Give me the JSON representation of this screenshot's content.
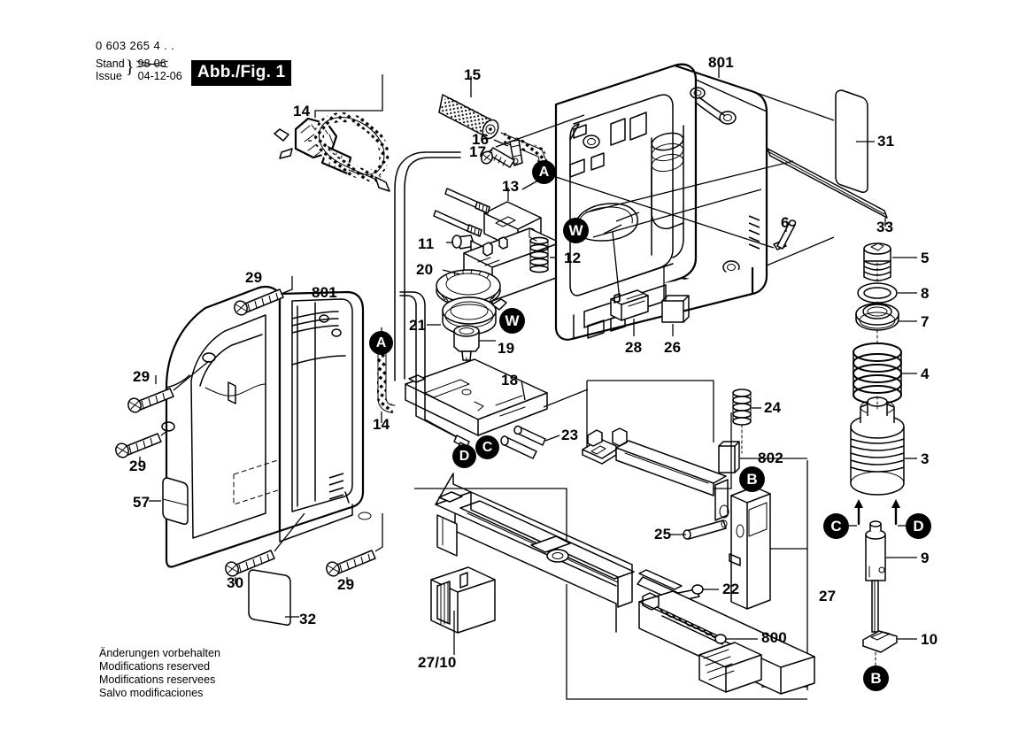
{
  "header": {
    "part_number": "0 603 265 4 . .",
    "stand_label": "Stand",
    "issue_label": "Issue",
    "stand_date_struck": "98-06",
    "issue_date": "04-12-06",
    "figure_label": "Abb./Fig. 1"
  },
  "footer": {
    "line1": "Änderungen vorbehalten",
    "line2": "Modifications reserved",
    "line3": "Modifications reservees",
    "line4": "Salvo modificaciones"
  },
  "callouts": [
    {
      "id": "c14a",
      "text": "14"
    },
    {
      "id": "c15",
      "text": "15"
    },
    {
      "id": "c16",
      "text": "16"
    },
    {
      "id": "c17",
      "text": "17"
    },
    {
      "id": "c13",
      "text": "13"
    },
    {
      "id": "c11",
      "text": "11"
    },
    {
      "id": "c12",
      "text": "12"
    },
    {
      "id": "c20",
      "text": "20"
    },
    {
      "id": "c21",
      "text": "21"
    },
    {
      "id": "c19",
      "text": "19"
    },
    {
      "id": "c18",
      "text": "18"
    },
    {
      "id": "c23",
      "text": "23"
    },
    {
      "id": "c14b",
      "text": "14"
    },
    {
      "id": "c801top",
      "text": "801"
    },
    {
      "id": "c801left",
      "text": "801"
    },
    {
      "id": "c31",
      "text": "31"
    },
    {
      "id": "c33",
      "text": "33"
    },
    {
      "id": "c6",
      "text": "6"
    },
    {
      "id": "c5",
      "text": "5"
    },
    {
      "id": "c8",
      "text": "8"
    },
    {
      "id": "c7",
      "text": "7"
    },
    {
      "id": "c4",
      "text": "4"
    },
    {
      "id": "c3",
      "text": "3"
    },
    {
      "id": "c9",
      "text": "9"
    },
    {
      "id": "c10",
      "text": "10"
    },
    {
      "id": "c28",
      "text": "28"
    },
    {
      "id": "c26",
      "text": "26"
    },
    {
      "id": "c24",
      "text": "24"
    },
    {
      "id": "c802",
      "text": "802"
    },
    {
      "id": "c25",
      "text": "25"
    },
    {
      "id": "c22",
      "text": "22"
    },
    {
      "id": "c800",
      "text": "800"
    },
    {
      "id": "c27",
      "text": "27"
    },
    {
      "id": "c2710",
      "text": "27/10"
    },
    {
      "id": "c29a",
      "text": "29"
    },
    {
      "id": "c29b",
      "text": "29"
    },
    {
      "id": "c29c",
      "text": "29"
    },
    {
      "id": "c29d",
      "text": "29"
    },
    {
      "id": "c30",
      "text": "30"
    },
    {
      "id": "c32",
      "text": "32"
    },
    {
      "id": "c57",
      "text": "57"
    }
  ],
  "markers": [
    {
      "id": "mA1",
      "text": "A"
    },
    {
      "id": "mA2",
      "text": "A"
    },
    {
      "id": "mW1",
      "text": "W"
    },
    {
      "id": "mW2",
      "text": "W"
    },
    {
      "id": "mC1",
      "text": "C"
    },
    {
      "id": "mD1",
      "text": "D"
    },
    {
      "id": "mC2",
      "text": "C"
    },
    {
      "id": "mD2",
      "text": "D"
    },
    {
      "id": "mB1",
      "text": "B"
    },
    {
      "id": "mB2",
      "text": "B"
    }
  ],
  "colors": {
    "ink": "#000000",
    "paper": "#ffffff",
    "fig_badge_bg": "#000000",
    "fig_badge_fg": "#ffffff"
  }
}
